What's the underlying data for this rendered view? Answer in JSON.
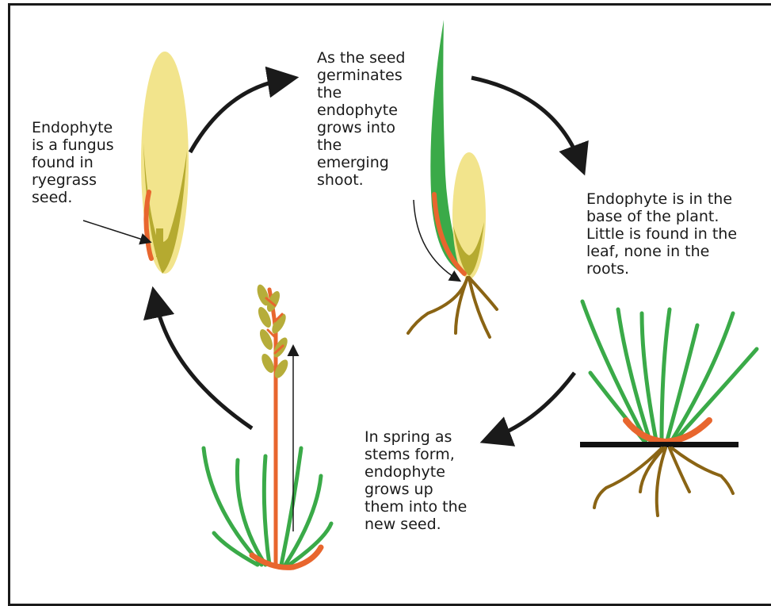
{
  "labels": {
    "seed": "Endophyte\nis a fungus\nfound in\nryegrass\nseed.",
    "germinate": "As the seed\ngerminates\nthe\nendophyte\ngrows into\nthe\nemerging\nshoot.",
    "base": "Endophyte is in the\nbase of the plant.\nLittle is found in the\nleaf, none in the\nroots.",
    "spring": "In spring as\nstems form,\nendophyte\ngrows up\nthem into the\nnew seed."
  },
  "colors": {
    "seed_fill": "#f2e48c",
    "seed_shadow": "#b5aa30",
    "endophyte": "#e8662e",
    "leaf_green": "#3aaa48",
    "leaf_light": "#6cc46a",
    "root_brown": "#8a6414",
    "arrow": "#1a1a1a",
    "soil_line": "#111111",
    "head_olive": "#b6ad3a"
  }
}
